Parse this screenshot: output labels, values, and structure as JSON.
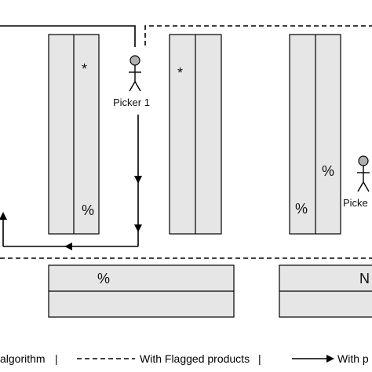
{
  "pickers": [
    {
      "label": "Picker 1"
    },
    {
      "label": "Picke"
    }
  ],
  "markers": {
    "star": "*",
    "percent": "%",
    "rack_right_partial": "N"
  },
  "legend": {
    "item1": "algorithm",
    "sep1": "|",
    "item2": "With Flagged products",
    "sep2": "|",
    "item3": "With p"
  },
  "colors": {
    "rack_fill": "#e6e6e6",
    "line": "#000000",
    "picker_head": "#b0b0b0"
  }
}
